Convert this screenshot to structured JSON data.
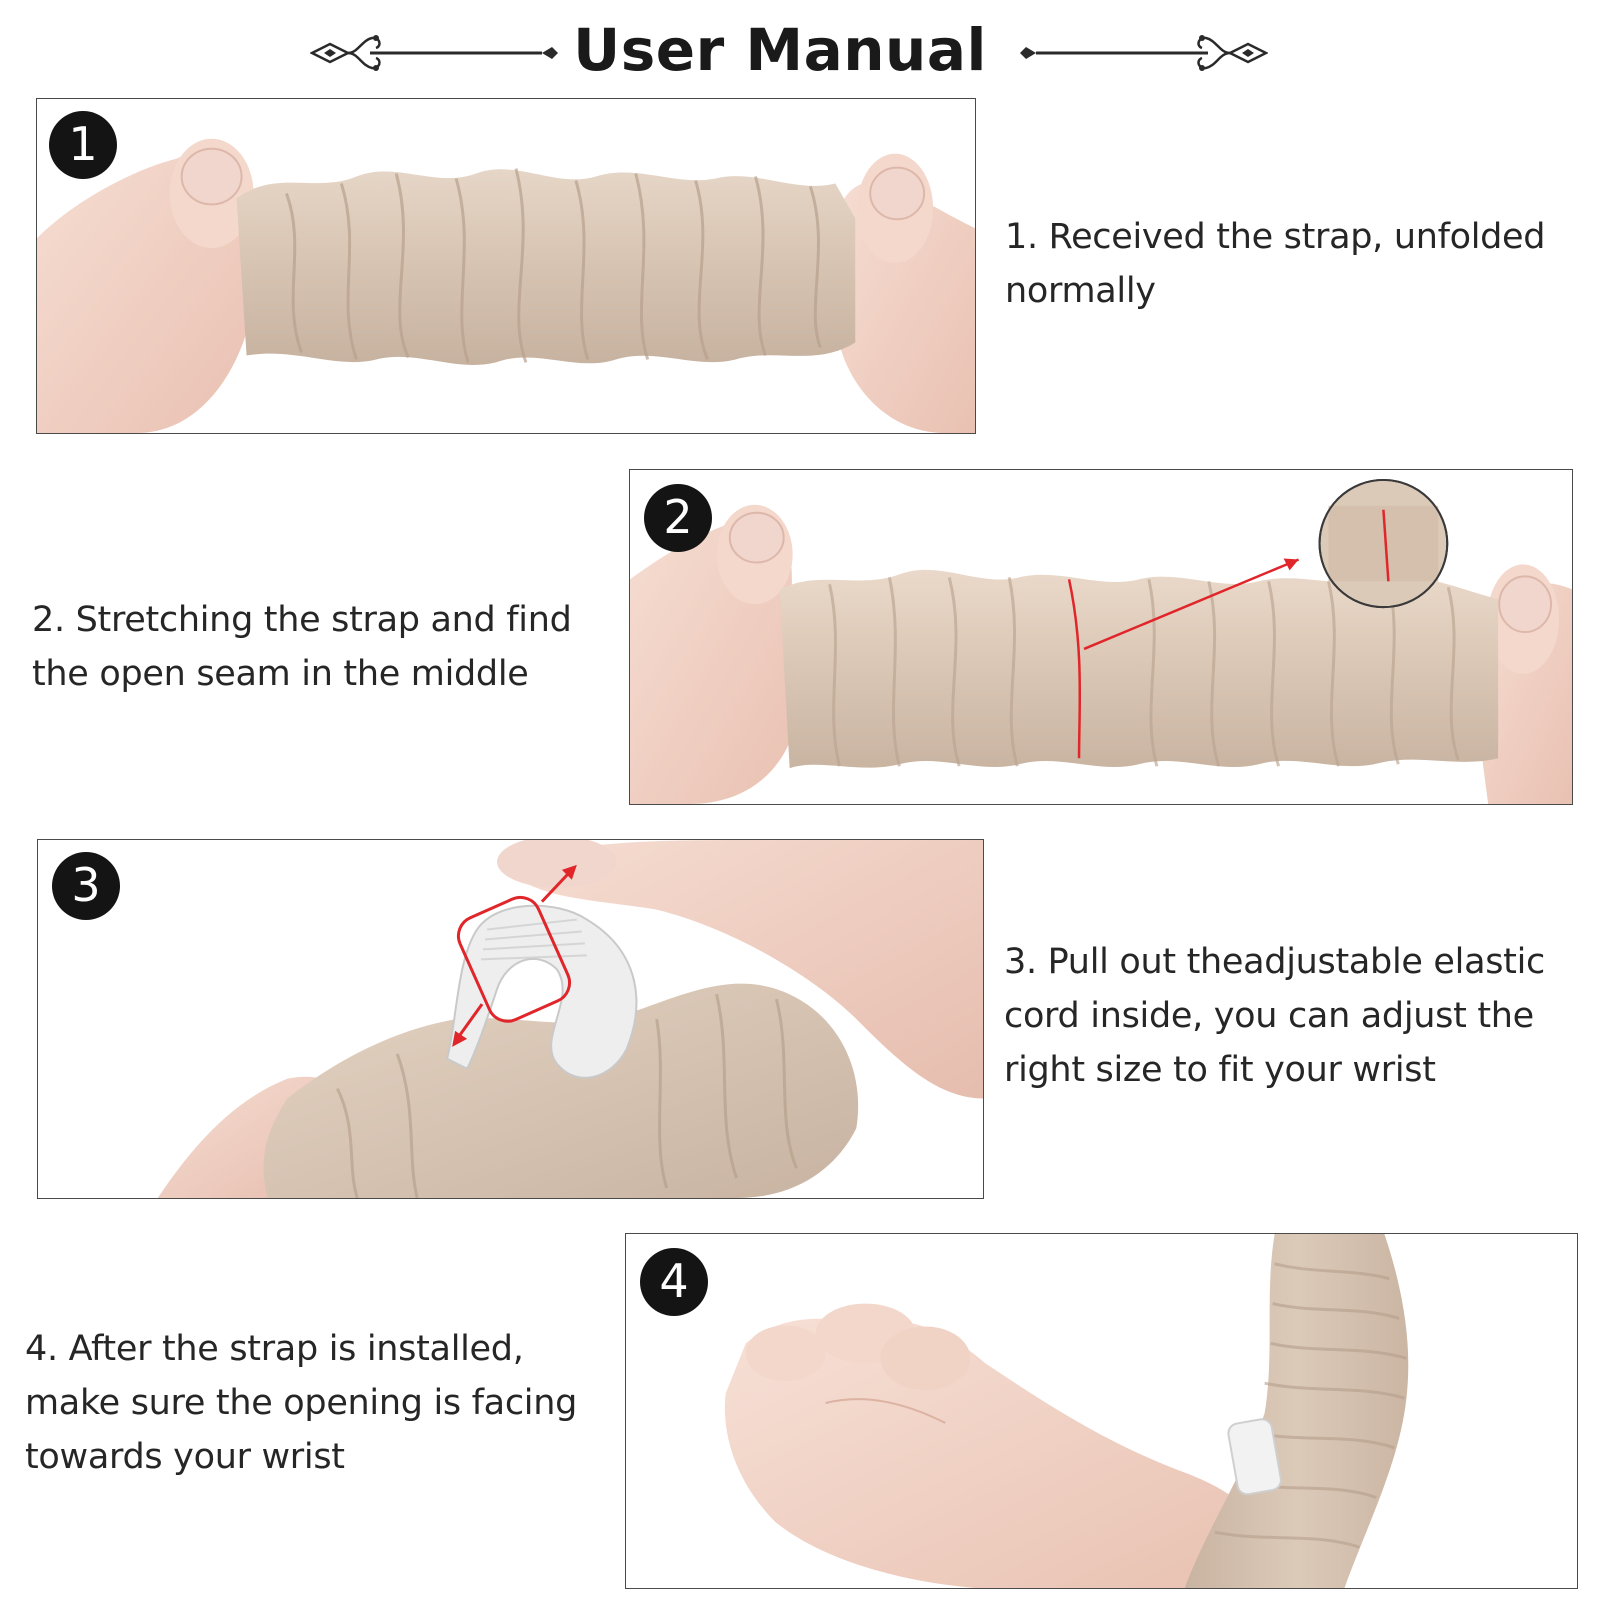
{
  "header": {
    "title": "User Manual"
  },
  "steps": [
    {
      "badge": "1",
      "text": "1. Received the strap, unfolded normally"
    },
    {
      "badge": "2",
      "text": "2. Stretching the strap and find the open seam in the middle"
    },
    {
      "badge": "3",
      "text": "3. Pull out theadjustable elastic cord inside, you can adjust the right size to fit your wrist"
    },
    {
      "badge": "4",
      "text": "4. After the strap is installed, make sure the opening is facing towards your wrist"
    }
  ],
  "icons": {
    "left_flourish": "ornament-flourish-icon",
    "right_flourish": "ornament-flourish-icon",
    "arrow": "red-arrow-icon"
  },
  "colors": {
    "fabric": "#dccab9",
    "skin": "#f2d3c6",
    "badge": "#141414",
    "highlight": "#e0262a",
    "border": "#4a4a4a"
  }
}
